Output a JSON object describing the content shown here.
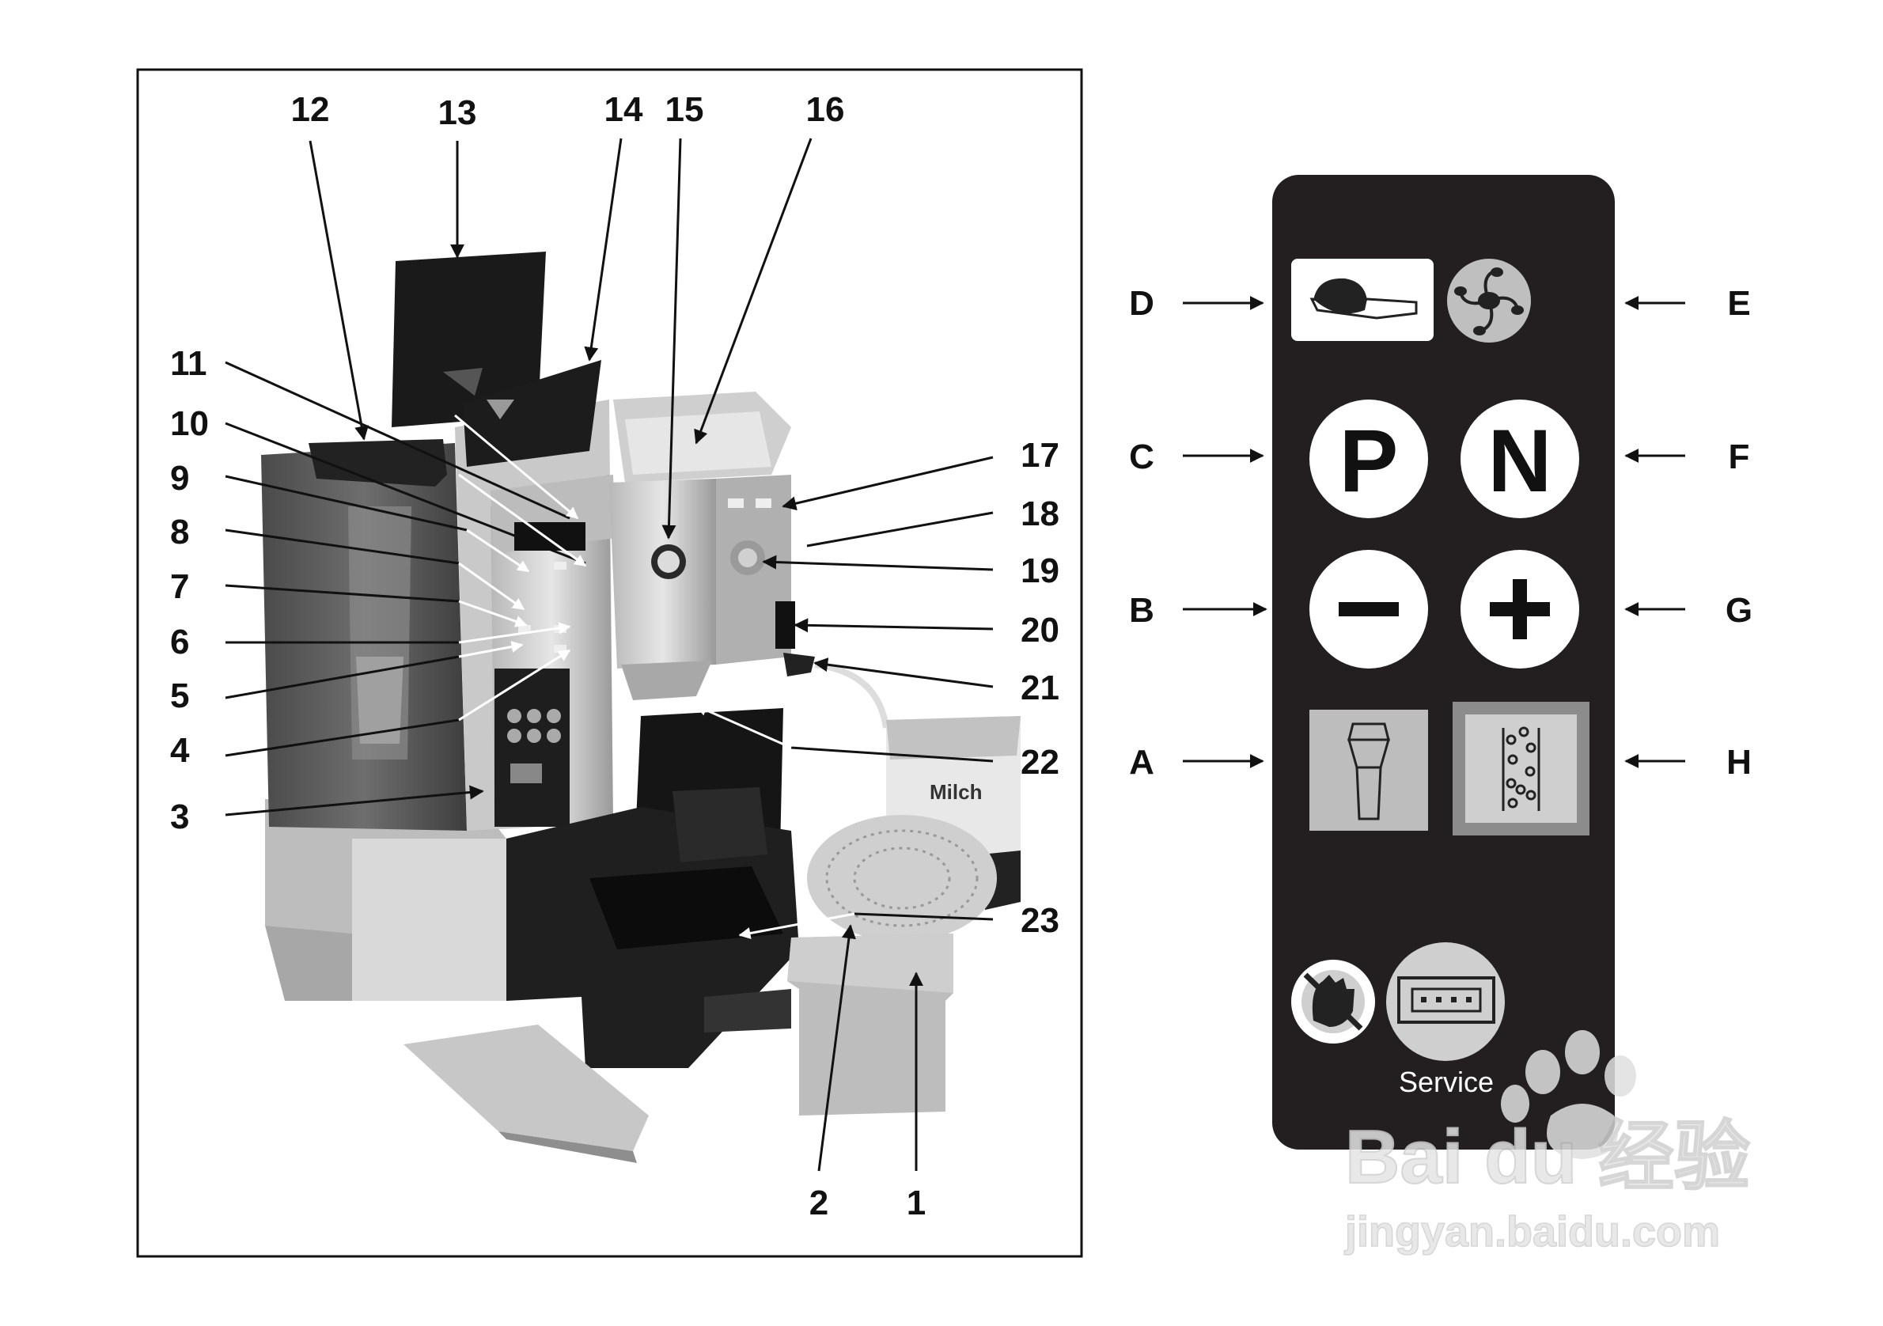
{
  "machine_callouts": [
    "12",
    "13",
    "14",
    "15",
    "16",
    "11",
    "10",
    "9",
    "8",
    "7",
    "6",
    "5",
    "4",
    "3",
    "17",
    "18",
    "19",
    "20",
    "21",
    "22",
    "23",
    "2",
    "1"
  ],
  "panel_labels": {
    "D": "D",
    "E": "E",
    "C": "C",
    "F": "F",
    "B": "B",
    "G": "G",
    "A": "A",
    "H": "H"
  },
  "panel_buttons": {
    "p_label": "P",
    "n_label": "N",
    "service_label": "Service"
  },
  "watermark": {
    "brand": "Bai du 经验",
    "url": "jingyan.baidu.com"
  }
}
